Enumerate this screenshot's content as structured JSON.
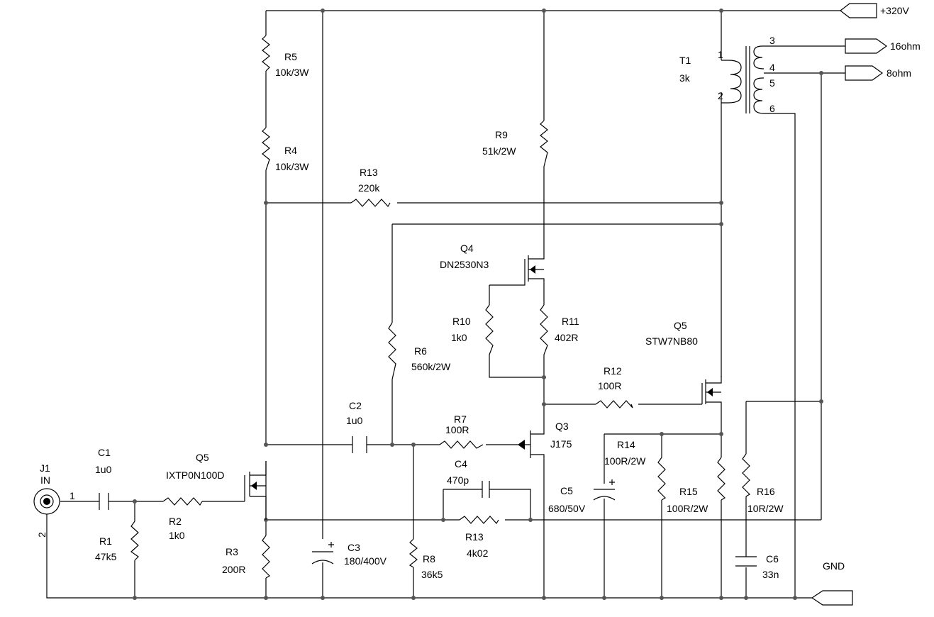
{
  "ports": {
    "supply": "+320V",
    "out16": "16ohm",
    "out8": "8ohm",
    "gnd": "GND"
  },
  "jack": {
    "ref": "J1",
    "name": "IN",
    "pin1": "1",
    "pin2": "2"
  },
  "transformer": {
    "ref": "T1",
    "value": "3k",
    "pins": [
      "1",
      "2",
      "3",
      "4",
      "5",
      "6"
    ]
  },
  "components": {
    "C1": {
      "ref": "C1",
      "value": "1u0"
    },
    "R1": {
      "ref": "R1",
      "value": "47k5"
    },
    "R2": {
      "ref": "R2",
      "value": "1k0"
    },
    "Q5a": {
      "ref": "Q5",
      "value": "IXTP0N100D"
    },
    "R3": {
      "ref": "R3",
      "value": "200R"
    },
    "R5": {
      "ref": "R5",
      "value": "10k/3W"
    },
    "R4": {
      "ref": "R4",
      "value": "10k/3W"
    },
    "R13a": {
      "ref": "R13",
      "value": "220k"
    },
    "C3": {
      "ref": "C3",
      "value": "180/400V"
    },
    "C2": {
      "ref": "C2",
      "value": "1u0"
    },
    "R6": {
      "ref": "R6",
      "value": "560k/2W"
    },
    "R8": {
      "ref": "R8",
      "value": "36k5"
    },
    "R7": {
      "ref": "R7",
      "value": "100R"
    },
    "C4": {
      "ref": "C4",
      "value": "470p"
    },
    "R13b": {
      "ref": "R13",
      "value": "4k02"
    },
    "Q3": {
      "ref": "Q3",
      "value": "J175"
    },
    "R9": {
      "ref": "R9",
      "value": "51k/2W"
    },
    "Q4": {
      "ref": "Q4",
      "value": "DN2530N3"
    },
    "R10": {
      "ref": "R10",
      "value": "1k0"
    },
    "R11": {
      "ref": "R11",
      "value": "402R"
    },
    "R12": {
      "ref": "R12",
      "value": "100R"
    },
    "Q5b": {
      "ref": "Q5",
      "value": "STW7NB80"
    },
    "C5": {
      "ref": "C5",
      "value": "680/50V"
    },
    "R14": {
      "ref": "R14",
      "value": "100R/2W"
    },
    "R15": {
      "ref": "R15",
      "value": "100R/2W"
    },
    "R16": {
      "ref": "R16",
      "value": "10R/2W"
    },
    "C6": {
      "ref": "C6",
      "value": "33n"
    }
  }
}
